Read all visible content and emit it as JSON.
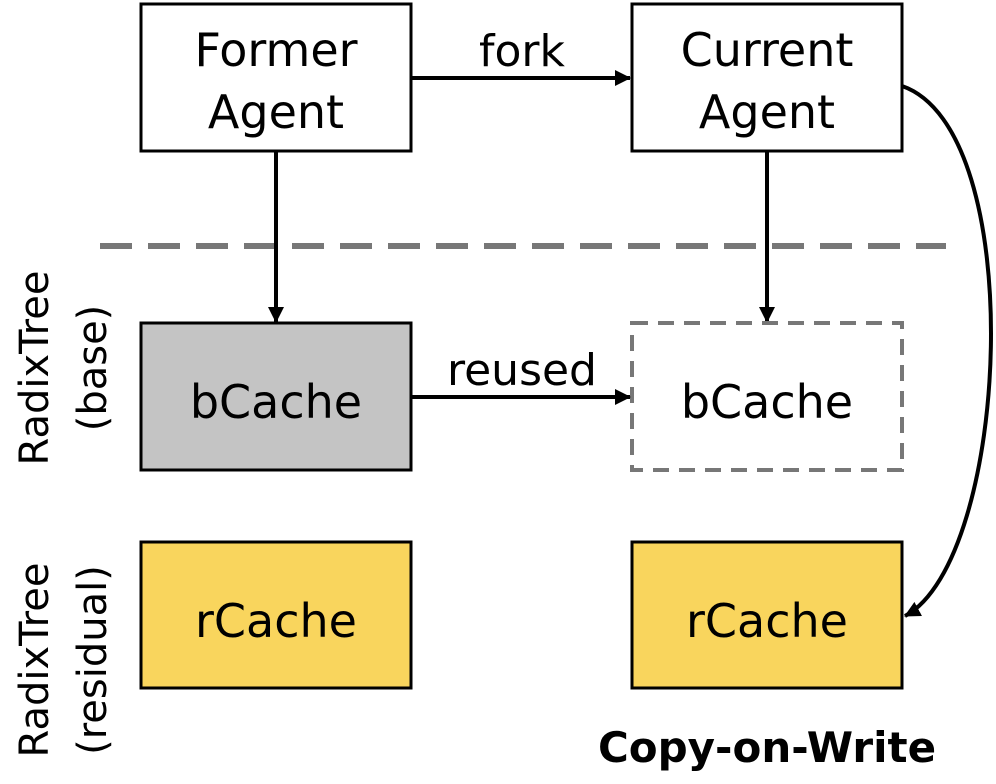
{
  "nodes": {
    "former_agent": {
      "line1": "Former",
      "line2": "Agent"
    },
    "current_agent": {
      "line1": "Current",
      "line2": "Agent"
    },
    "bcache_base": {
      "label": "bCache"
    },
    "bcache_forked": {
      "label": "bCache"
    },
    "rcache_former": {
      "label": "rCache"
    },
    "rcache_current": {
      "label": "rCache"
    }
  },
  "edges": {
    "fork": "fork",
    "reused": "reused"
  },
  "side_labels": {
    "base": {
      "line1": "RadixTree",
      "line2": "(base)"
    },
    "residual": {
      "line1": "RadixTree",
      "line2": "(residual)"
    }
  },
  "caption": "Copy-on-Write",
  "colors": {
    "bcache_base_fill": "#c4c4c4",
    "rcache_fill": "#f9d55d",
    "dashed_gray": "#777777",
    "stroke": "#000000"
  }
}
